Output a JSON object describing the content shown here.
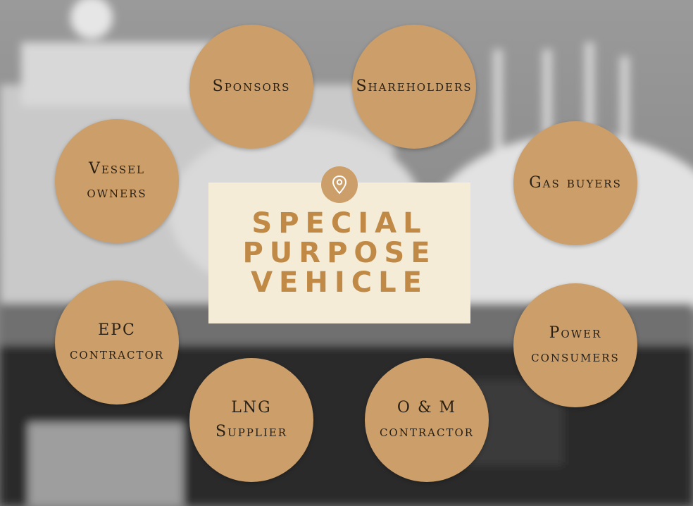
{
  "center": {
    "lines": [
      "SPECIAL",
      "PURPOSE",
      "VEHICLE"
    ],
    "icon": "location-pin-icon"
  },
  "nodes": [
    {
      "id": "sponsors",
      "lines": [
        "Sponsors"
      ]
    },
    {
      "id": "shareholders",
      "lines": [
        "Shareholders"
      ]
    },
    {
      "id": "vessel-owners",
      "lines": [
        "Vessel",
        "owners"
      ]
    },
    {
      "id": "gas-buyers",
      "lines": [
        "Gas buyers"
      ]
    },
    {
      "id": "epc-contractor",
      "lines": [
        "EPC",
        "contractor"
      ]
    },
    {
      "id": "power-consumers",
      "lines": [
        "Power",
        "consumers"
      ]
    },
    {
      "id": "lng-supplier",
      "lines": [
        "LNG",
        "Supplier"
      ]
    },
    {
      "id": "om-contractor",
      "lines": [
        "O & M",
        "contractor"
      ]
    }
  ],
  "colors": {
    "circle": "#cc9f6a",
    "box": "#f4ecd7",
    "title": "#c08a46"
  }
}
